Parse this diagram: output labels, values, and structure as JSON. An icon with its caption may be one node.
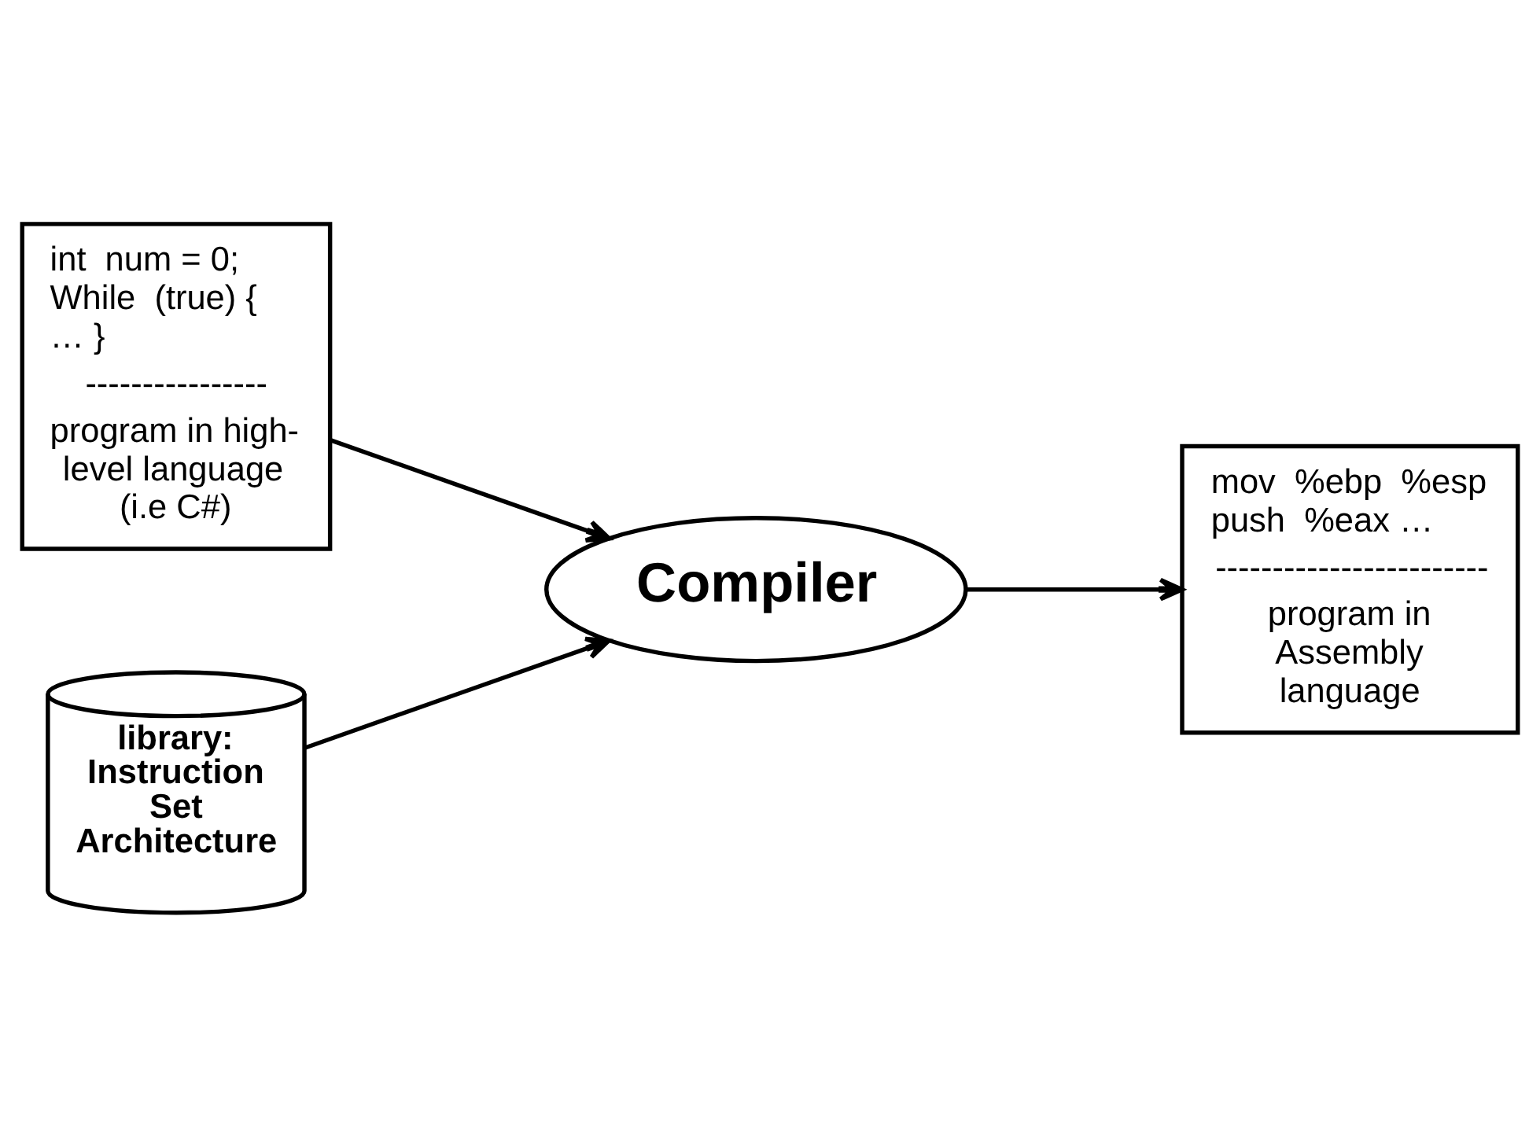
{
  "diagram": {
    "nodes": [
      {
        "text": [
          "int  num = 0; While  (true) { … }",
          "----------------",
          "program in high-level language (i.e C#)"
        ]
      },
      {
        "text": [
          "Compiler"
        ]
      },
      {
        "text": [
          "library: Instruction Set Architecture"
        ]
      },
      {
        "text": [
          "mov  %ebp  %esp push  %eax …",
          "------------------------",
          "program in Assembly language"
        ]
      }
    ],
    "edges": [
      {
        "from": 0,
        "to": 1,
        "arrow": "to"
      },
      {
        "from": 2,
        "to": 1,
        "arrow": "to"
      },
      {
        "from": 1,
        "to": 3,
        "arrow": "to"
      }
    ]
  }
}
